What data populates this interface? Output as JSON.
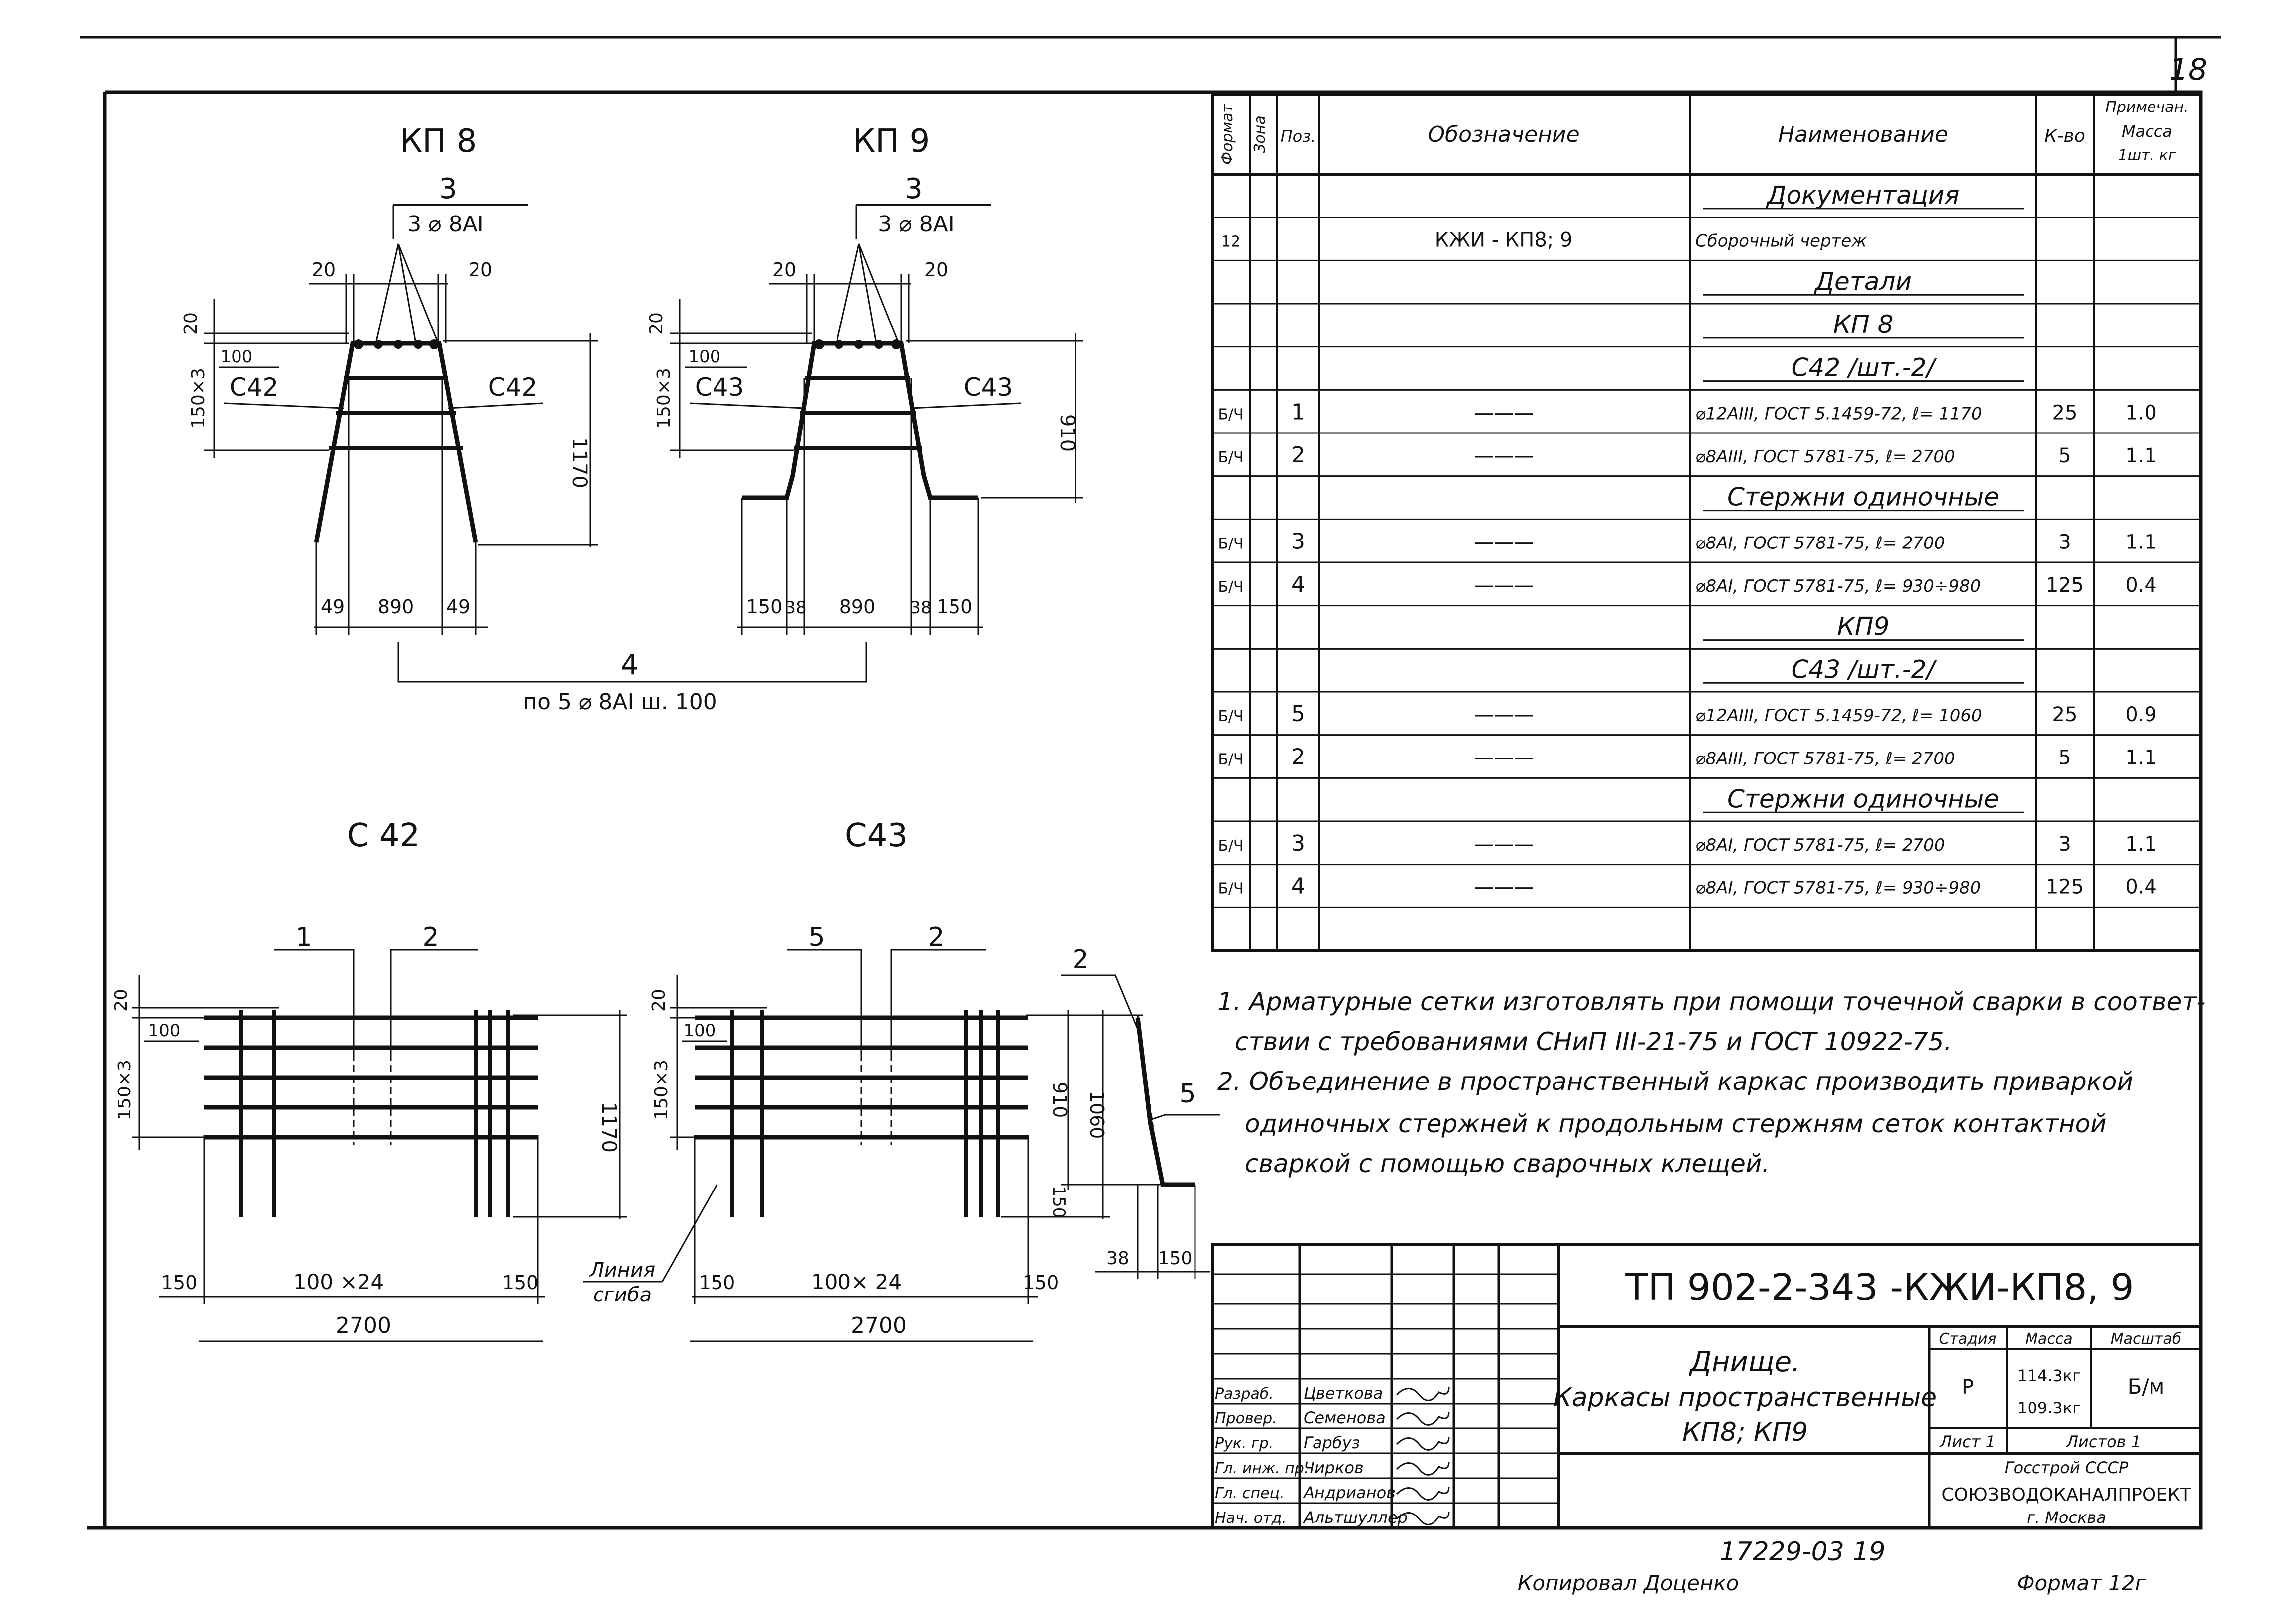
{
  "sheet_number": "18",
  "drawings": {
    "kp8": {
      "title": "КП 8",
      "mark_3": "3",
      "mark_3_spec": "3 ⌀ 8АI",
      "dim_20a": "20",
      "dim_20b": "20",
      "dim_20v": "20",
      "dim_100": "100",
      "dim_150x3": "150×3",
      "mesh_left": "С42",
      "mesh_right": "С42",
      "dim_1170": "1170",
      "dim_49a": "49",
      "dim_890": "890",
      "dim_49b": "49"
    },
    "kp9": {
      "title": "КП 9",
      "mark_3": "3",
      "mark_3_spec": "3 ⌀ 8АI",
      "dim_20a": "20",
      "dim_20b": "20",
      "dim_20v": "20",
      "dim_100": "100",
      "dim_150x3": "150×3",
      "mesh_left": "С43",
      "mesh_right": "С43",
      "dim_910": "910",
      "dim_150a": "150",
      "dim_38a": "38",
      "dim_890": "890",
      "dim_38b": "38",
      "dim_150b": "150"
    },
    "common": {
      "mark_4": "4",
      "mark_4_spec": "по 5 ⌀ 8АI  ш. 100"
    },
    "c42": {
      "title": "С 42",
      "pos_1": "1",
      "pos_2": "2",
      "dim_20": "20",
      "dim_100": "100",
      "dim_150x3": "150×3",
      "dim_1170": "1170",
      "dim_150a": "150",
      "dim_100x24": "100 ×24",
      "dim_150b": "150",
      "dim_2700": "2700"
    },
    "c43": {
      "title": "С43",
      "pos_5": "5",
      "pos_2": "2",
      "pos_2b": "2",
      "pos_5b": "5",
      "dim_20": "20",
      "dim_100": "100",
      "dim_150x3": "150×3",
      "dim_910": "910",
      "dim_1060": "1060",
      "dim_150v": "150",
      "dim_150a": "150",
      "dim_100x24": "100× 24",
      "dim_150b": "150",
      "dim_2700": "2700",
      "dim_38": "38",
      "dim_150c": "150",
      "fold_line_1": "Линия",
      "fold_line_2": "сгиба"
    }
  },
  "spec_table": {
    "headers": {
      "format": "Формат",
      "zone": "Зона",
      "pos": "Поз.",
      "designation": "Обозначение",
      "name": "Наименование",
      "qty": "К-во",
      "note_1": "Примечан.",
      "note_2": "Масса",
      "note_3": "1шт. кг"
    },
    "rows": [
      {
        "format": "",
        "pos": "",
        "designation": "",
        "name": "Документация",
        "qty": "",
        "mass": "",
        "section": true
      },
      {
        "format": "12",
        "pos": "",
        "designation": "КЖИ - КП8; 9",
        "name": "Сборочный   чертеж",
        "qty": "",
        "mass": "",
        "section": false
      },
      {
        "format": "",
        "pos": "",
        "designation": "",
        "name": "Детали",
        "qty": "",
        "mass": "",
        "section": true
      },
      {
        "format": "",
        "pos": "",
        "designation": "",
        "name": "КП 8",
        "qty": "",
        "mass": "",
        "section": true
      },
      {
        "format": "",
        "pos": "",
        "designation": "",
        "name": "С42  /шт.-2/",
        "qty": "",
        "mass": "",
        "section": true
      },
      {
        "format": "Б/Ч",
        "pos": "1",
        "designation": "———",
        "name": "⌀12АIII, ГОСТ 5.1459-72, ℓ= 1170",
        "qty": "25",
        "mass": "1.0",
        "section": false
      },
      {
        "format": "Б/Ч",
        "pos": "2",
        "designation": "———",
        "name": "⌀8АIII, ГОСТ 5781-75, ℓ= 2700",
        "qty": "5",
        "mass": "1.1",
        "section": false
      },
      {
        "format": "",
        "pos": "",
        "designation": "",
        "name": "Стержни одиночные",
        "qty": "",
        "mass": "",
        "section": true
      },
      {
        "format": "Б/Ч",
        "pos": "3",
        "designation": "———",
        "name": "⌀8АI, ГОСТ 5781-75, ℓ= 2700",
        "qty": "3",
        "mass": "1.1",
        "section": false
      },
      {
        "format": "Б/Ч",
        "pos": "4",
        "designation": "———",
        "name": "⌀8АI, ГОСТ 5781-75, ℓ= 930÷980",
        "qty": "125",
        "mass": "0.4",
        "section": false
      },
      {
        "format": "",
        "pos": "",
        "designation": "",
        "name": "КП9",
        "qty": "",
        "mass": "",
        "section": true
      },
      {
        "format": "",
        "pos": "",
        "designation": "",
        "name": "С43  /шт.-2/",
        "qty": "",
        "mass": "",
        "section": true
      },
      {
        "format": "Б/Ч",
        "pos": "5",
        "designation": "———",
        "name": "⌀12АIII, ГОСТ 5.1459-72, ℓ= 1060",
        "qty": "25",
        "mass": "0.9",
        "section": false
      },
      {
        "format": "Б/Ч",
        "pos": "2",
        "designation": "———",
        "name": "⌀8АIII, ГОСТ 5781-75, ℓ= 2700",
        "qty": "5",
        "mass": "1.1",
        "section": false
      },
      {
        "format": "",
        "pos": "",
        "designation": "",
        "name": "Стержни одиночные",
        "qty": "",
        "mass": "",
        "section": true
      },
      {
        "format": "Б/Ч",
        "pos": "3",
        "designation": "———",
        "name": "⌀8АI, ГОСТ 5781-75, ℓ= 2700",
        "qty": "3",
        "mass": "1.1",
        "section": false
      },
      {
        "format": "Б/Ч",
        "pos": "4",
        "designation": "———",
        "name": "⌀8АI, ГОСТ 5781-75, ℓ= 930÷980",
        "qty": "125",
        "mass": "0.4",
        "section": false
      },
      {
        "format": "",
        "pos": "",
        "designation": "",
        "name": "",
        "qty": "",
        "mass": "",
        "section": false
      }
    ]
  },
  "notes": [
    "1. Арматурные сетки изготовлять при помощи точечной сварки в соответ-",
    "ствии с требованиями СНиП III-21-75  и  ГОСТ 10922-75.",
    "2. Объединение в пространственный каркас производить приваркой",
    "одиночных стержней к продольным стержням сеток контактной",
    "сваркой с помощью сварочных клещей."
  ],
  "title_block": {
    "doc_code": "ТП 902-2-343  -КЖИ-КП8, 9",
    "title_1": "Днище.",
    "title_2": "Каркасы пространственные",
    "title_3": "КП8; КП9",
    "stage_label": "Стадия",
    "mass_label": "Масса",
    "scale_label": "Масштаб",
    "stage": "Р",
    "mass_1": "114.3кг",
    "mass_2": "109.3кг",
    "scale": "Б/м",
    "sheet_label": "Лист  1",
    "sheets_label": "Листов  1",
    "org_1": "Госстрой СССР",
    "org_2": "СОЮЗВОДОКАНАЛПРОЕКТ",
    "org_3": "г. Москва",
    "roles": [
      {
        "role": "Разраб.",
        "name": "Цветкова"
      },
      {
        "role": "Провер.",
        "name": "Семенова"
      },
      {
        "role": "Рук. гр.",
        "name": "Гарбуз"
      },
      {
        "role": "Гл. инж. пр.",
        "name": "Чирков"
      },
      {
        "role": "Гл. спец.",
        "name": "Андрианов"
      },
      {
        "role": "Нач. отд.",
        "name": "Альтшуллер"
      }
    ]
  },
  "footer": {
    "inv_number": "17229-03  19",
    "copied_by": "Копировал    Доценко",
    "format": "Формат  12г"
  }
}
